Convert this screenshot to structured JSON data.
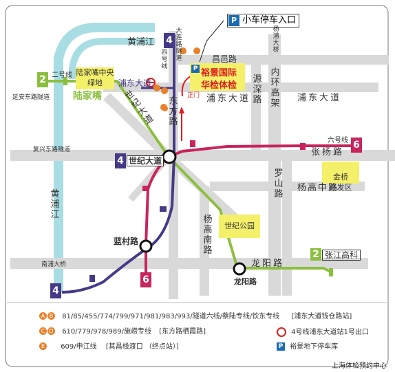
{
  "header": {
    "parking_icon": "P",
    "parking_entrance": "小车停车入口"
  },
  "roads": {
    "huangpu_top": "黄浦江",
    "huangpu_left": [
      "黄",
      "浦",
      "江"
    ],
    "dalian_tunnel": [
      "大",
      "连",
      "路",
      "隧",
      "道"
    ],
    "line4_vertical": [
      "四",
      "号",
      "线"
    ],
    "yangpu_bridge": [
      "杨",
      "浦",
      "大",
      "桥"
    ],
    "changyi": "昌邑路",
    "pudong_dadao_1": "浦东大道",
    "pudong_dadao_2": "浦东大道",
    "yuanshen": [
      "源",
      "深",
      "路"
    ],
    "inner_ring": [
      "内",
      "环",
      "高",
      "架"
    ],
    "line2": "二号线",
    "yanan_tunnel": "延安东路隧道",
    "lujiazui_green": "陆家嘴中央绿地",
    "lujiazui": "陆家嘴",
    "pudong_station": "浦东大道",
    "century_ave": [
      "世",
      "纪",
      "大",
      "道"
    ],
    "dongfang": [
      "东",
      "方",
      "路"
    ],
    "fuxing_tunnel": "复兴东路隧道",
    "zhangyang": "张扬路",
    "line6": "六号线",
    "jinqiao": "金桥\n开发区",
    "luoshan": [
      "罗",
      "山",
      "路"
    ],
    "yanggao_middle": "杨高中路",
    "century_station": "世纪大道",
    "yanggao_south": [
      "杨",
      "高",
      "南",
      "路"
    ],
    "century_park": "世纪公园",
    "lancun": "蓝村路",
    "longyang": "龙阳路",
    "longyang_station": "龙阳路",
    "zhangjiang": "张江高科",
    "nanpu_bridge": "南浦大桥",
    "zhengmen": "正门"
  },
  "hospital": {
    "name_line1": "裕景国际",
    "name_line2": "华检体检"
  },
  "line_badges": {
    "line2": "2",
    "line4_top": "4",
    "line4_mid": "4",
    "line4_bottom": "4",
    "line6_right": "6",
    "line6_bottom": "6",
    "line2_bottom": "2"
  },
  "legend": {
    "ab_routes": "81/85/455/774/799/971/981/983/993/隧道六线/蔡陆专线/钦东专线",
    "ab_station": "[浦东大道钱仓路站]",
    "cd_routes": "610/779/978/989/施崂专线",
    "cd_station": "[东方路栖霞路]",
    "e_routes": "609/申江线",
    "e_station": "[其昌栈渡口 （终点站）]",
    "metro_exit": "4号线浦东大道站1号出口",
    "parking": "裕景地下停车库"
  },
  "watermark": "上海体检预约中心",
  "colors": {
    "road": "#d9d9d9",
    "river": "#a8dde3",
    "line2": "#8cbf3f",
    "line4": "#463a87",
    "line6": "#c8245d",
    "hospital_red": "#e01b1b",
    "parking_blue": "#1d6cb3",
    "bus_orange": "#e8812b"
  }
}
